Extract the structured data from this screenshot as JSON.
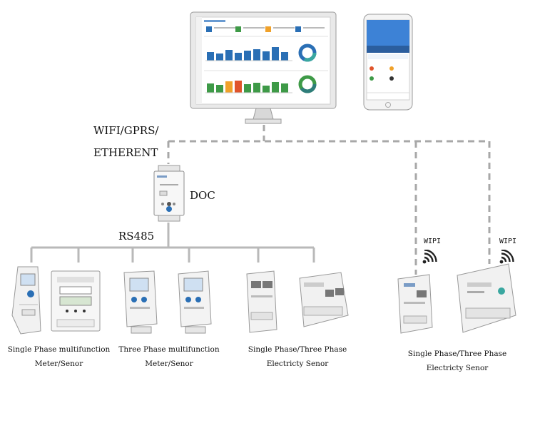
{
  "labels": {
    "network_line1": "WIFI/GPRS/",
    "network_line2": "ETHERENT",
    "doc": "DOC",
    "rs485": "RS485",
    "wifi_left": "WIPI",
    "wifi_right": "WIPI"
  },
  "captions": {
    "single_phase_meter": {
      "line1": "Single Phase multifunction",
      "line2": "Meter/Senor"
    },
    "three_phase_meter": {
      "line1": "Three Phase multifunction",
      "line2": "Meter/Senor"
    },
    "electricity_sensor_wired": {
      "line1": "Single Phase/Three Phase",
      "line2": "Electricty Senor"
    },
    "electricity_sensor_wifi": {
      "line1": "Single Phase/Three Phase",
      "line2": "Electricty Senor"
    }
  },
  "colors": {
    "line": "#b9b9b9",
    "dashed": "#a8a8a8",
    "blue": "#2a6fb5",
    "green": "#3e9a47",
    "orange": "#f0a12a"
  }
}
